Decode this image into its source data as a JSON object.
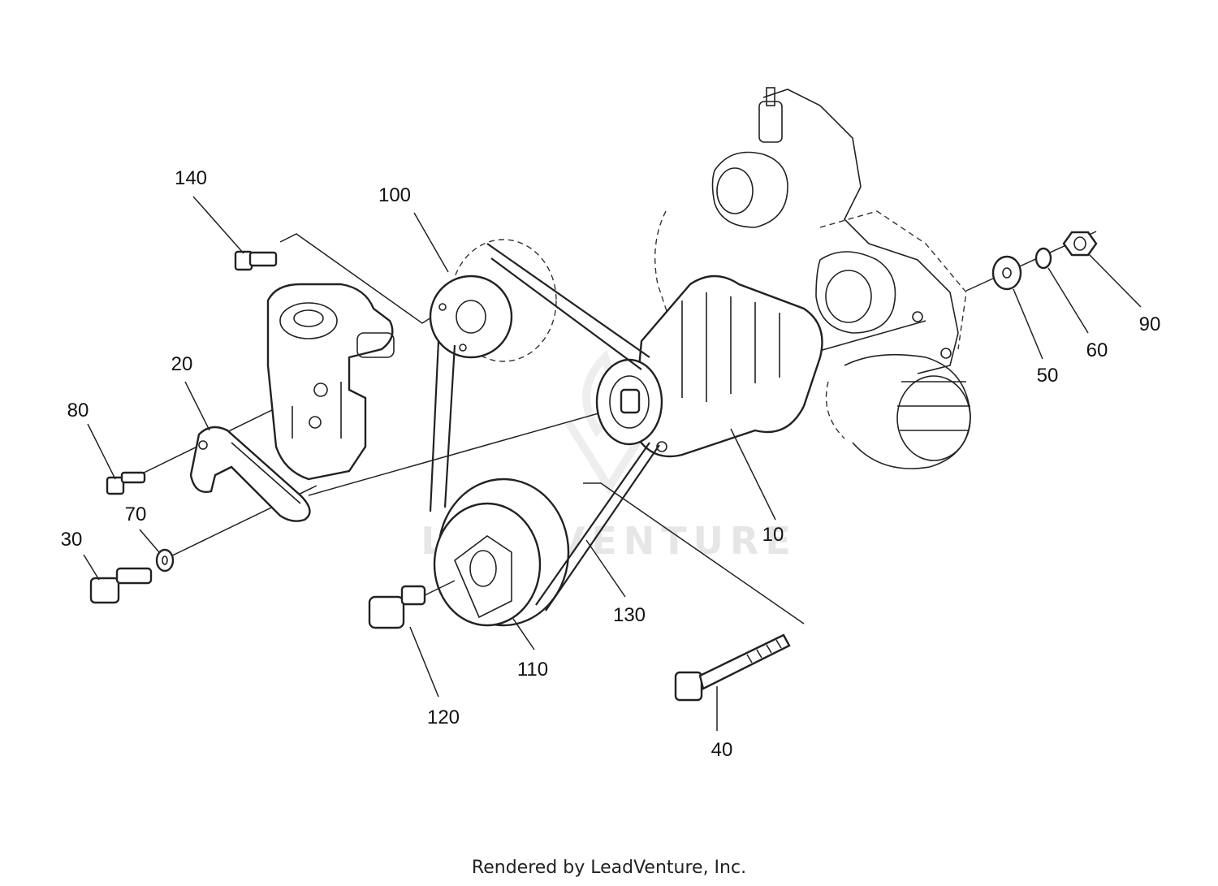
{
  "diagram": {
    "callouts": [
      {
        "id": "c10",
        "label": "10"
      },
      {
        "id": "c20",
        "label": "20"
      },
      {
        "id": "c30",
        "label": "30"
      },
      {
        "id": "c40",
        "label": "40"
      },
      {
        "id": "c50",
        "label": "50"
      },
      {
        "id": "c60",
        "label": "60"
      },
      {
        "id": "c70",
        "label": "70"
      },
      {
        "id": "c80",
        "label": "80"
      },
      {
        "id": "c90",
        "label": "90"
      },
      {
        "id": "c100",
        "label": "100"
      },
      {
        "id": "c110",
        "label": "110"
      },
      {
        "id": "c120",
        "label": "120"
      },
      {
        "id": "c130",
        "label": "130"
      },
      {
        "id": "c140",
        "label": "140"
      }
    ],
    "watermark": "LEADVENTURE",
    "footer": "Rendered by LeadVenture, Inc."
  },
  "colors": {
    "line": "#222222",
    "watermark": "#e6e6e6",
    "background": "#ffffff"
  }
}
